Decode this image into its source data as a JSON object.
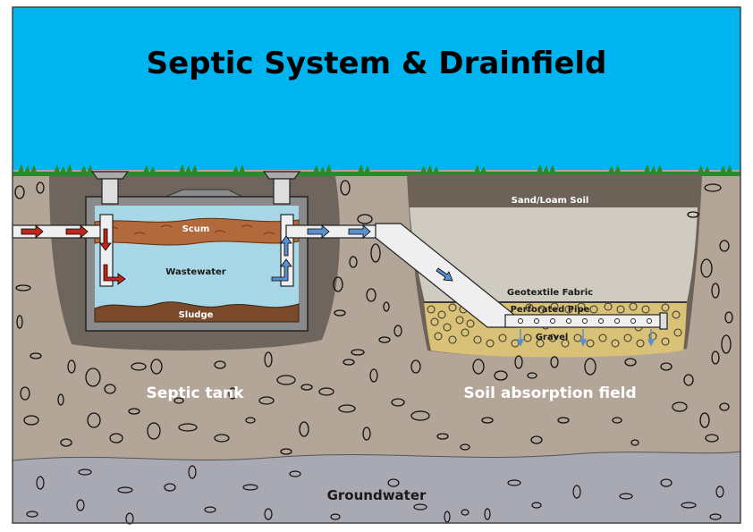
{
  "title": "Septic System & Drainfield",
  "labels": {
    "scum": "Scum",
    "wastewater": "Wastewater",
    "sludge": "Sludge",
    "sand_loam_soil": "Sand/Loam Soil",
    "geotextile_fabric": "Geotextile Fabric",
    "perforated_pipe": "Perforated Pipe",
    "gravel": "Gravel",
    "septic_tank": "Septic tank",
    "soil_absorption_field": "Soil absorption field",
    "groundwater": "Groundwater"
  },
  "colors": {
    "sky": "#00b4f0",
    "grass": "#2a8a2a",
    "soil": "#b3a597",
    "tank_shadow": "#6e655c",
    "tank_wall": "#8a8a8a",
    "scum": "#b26a3c",
    "wastewater": "#a8d8e8",
    "sludge": "#7a4a2a",
    "sand_loam": "#cfcbc0",
    "topsoil": "#6d6258",
    "gravel": "#d9c277",
    "groundwater": "#a9a9b3",
    "pipe": "#efefef",
    "arrow_red": "#c0261c",
    "arrow_blue": "#5a8fd0"
  }
}
